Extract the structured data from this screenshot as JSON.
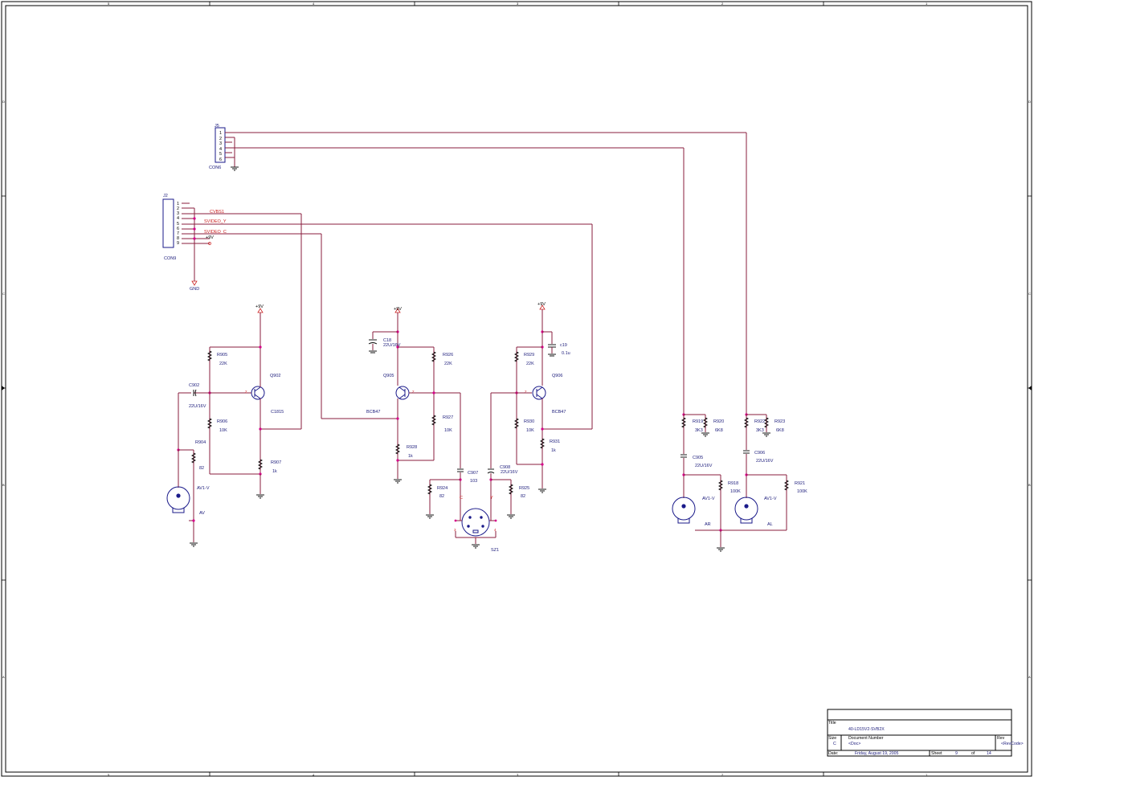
{
  "sheet": {
    "zones_top": [
      "5",
      "4",
      "3",
      "2",
      "1"
    ],
    "zones_side": [
      "D",
      "C",
      "B",
      "A"
    ]
  },
  "connectors": {
    "j5": {
      "ref": "J5",
      "name": "CON6",
      "pins": [
        "1",
        "2",
        "3",
        "4",
        "5",
        "6"
      ]
    },
    "j2": {
      "ref": "J2",
      "name": "CON9",
      "pins": [
        "1",
        "2",
        "3",
        "4",
        "5",
        "6",
        "7",
        "8",
        "9"
      ]
    }
  },
  "nets": {
    "cvbs1": "CVBS1",
    "svideo_y": "SVIDEO_Y",
    "svideo_c": "SVIDEO_C",
    "plus9v": "+9V",
    "gnd": "GND"
  },
  "components": {
    "r905": {
      "ref": "R905",
      "value": "22K"
    },
    "r906": {
      "ref": "R906",
      "value": "10K"
    },
    "r907": {
      "ref": "R907",
      "value": "1k"
    },
    "r904": {
      "ref": "R904",
      "value": "82"
    },
    "c902": {
      "ref": "C902",
      "value": "22U/16V"
    },
    "q902": {
      "ref": "Q902",
      "value": "C1815"
    },
    "av_jack": {
      "ref": "AV1-V",
      "value": "AV"
    },
    "c18": {
      "ref": "C18",
      "value": "22U/16V"
    },
    "r926": {
      "ref": "R926",
      "value": "22K"
    },
    "q905": {
      "ref": "Q905",
      "value": "BCB47"
    },
    "r927": {
      "ref": "R927",
      "value": "10K"
    },
    "r928": {
      "ref": "R928",
      "value": "1k"
    },
    "r924": {
      "ref": "R924",
      "value": "82"
    },
    "c907": {
      "ref": "C907",
      "value": "103"
    },
    "c908": {
      "ref": "C908",
      "value": "22U/16V"
    },
    "r925": {
      "ref": "R925",
      "value": "82"
    },
    "sz1": {
      "ref": "SZ1",
      "pin_c": "C",
      "pin_y": "Y"
    },
    "c19": {
      "ref": "c19",
      "value": "0.1u"
    },
    "r929": {
      "ref": "R929",
      "value": "22K"
    },
    "q906": {
      "ref": "Q906",
      "value": "BCB47"
    },
    "r930": {
      "ref": "R930",
      "value": "10K"
    },
    "r931": {
      "ref": "R931",
      "value": "1k"
    },
    "r919": {
      "ref": "R919",
      "value": "3K3"
    },
    "r920": {
      "ref": "R920",
      "value": "6K8"
    },
    "c905": {
      "ref": "C905",
      "value": "22U/16V"
    },
    "r918": {
      "ref": "R918",
      "value": "100K"
    },
    "ar_jack": {
      "ref": "AV1-V",
      "value": "AR"
    },
    "r922": {
      "ref": "R922",
      "value": "3K3"
    },
    "r923": {
      "ref": "R923",
      "value": "6K8"
    },
    "c906": {
      "ref": "C906",
      "value": "22U/16V"
    },
    "r921": {
      "ref": "R921",
      "value": "100K"
    },
    "al_jack": {
      "ref": "AV1-V",
      "value": "AL"
    }
  },
  "title_block": {
    "title_label": "Title",
    "title": "40-LD15V2-SVB2X",
    "size_label": "Size",
    "size": "C",
    "docnum_label": "Document Number",
    "docnum": "<Doc>",
    "rev_label": "Rev",
    "rev": "<RevCode>",
    "date_label": "Date:",
    "date": "Friday, August 19, 2005",
    "sheet_label": "Sheet",
    "sheet_num": "9",
    "of_label": "of",
    "sheet_total": "14"
  }
}
